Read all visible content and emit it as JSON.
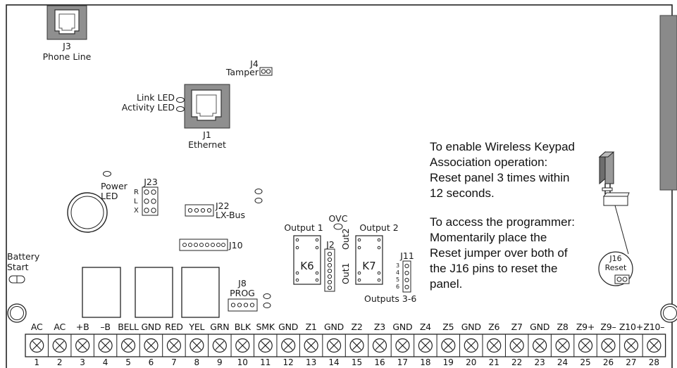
{
  "components": {
    "j3": {
      "id": "J3",
      "name": "Phone Line"
    },
    "j4": {
      "id": "J4",
      "name": "Tamper"
    },
    "j1": {
      "id": "J1",
      "name": "Ethernet"
    },
    "link_led": "Link LED",
    "activity_led": "Activity LED",
    "power_led": [
      "Power",
      "LED"
    ],
    "j23": {
      "id": "J23",
      "pins": [
        "R",
        "L",
        "X"
      ]
    },
    "j22": {
      "id": "J22",
      "name": "LX-Bus"
    },
    "j10": {
      "id": "J10"
    },
    "j8": {
      "id": "J8",
      "name": "PROG"
    },
    "battery_start": [
      "Battery",
      "Start"
    ],
    "output1": "Output 1",
    "output2": "Output 2",
    "ovc": "OVC",
    "j2": {
      "id": "J2",
      "out2": "Out2",
      "out1": "Out1"
    },
    "k6": "K6",
    "k7": "K7",
    "j11": {
      "id": "J11",
      "pins": [
        "3",
        "4",
        "5",
        "6"
      ],
      "name": "Outputs 3-6"
    },
    "j16": {
      "id": "J16",
      "name": "Reset"
    }
  },
  "instructions": {
    "wireless": [
      "To enable Wireless Keypad",
      "Association operation:",
      "Reset panel 3 times within",
      "12 seconds."
    ],
    "programmer": [
      "To access the programmer:",
      "Momentarily place the",
      "Reset jumper over both of",
      "the J16 pins to reset the",
      "panel."
    ]
  },
  "terminals": {
    "labels": [
      "AC",
      "AC",
      "+B",
      "–B",
      "BELL",
      "GND",
      "RED",
      "YEL",
      "GRN",
      "BLK",
      "SMK",
      "GND",
      "Z1",
      "GND",
      "Z2",
      "Z3",
      "GND",
      "Z4",
      "Z5",
      "GND",
      "Z6",
      "Z7",
      "GND",
      "Z8",
      "Z9+",
      "Z9–",
      "Z10+",
      "Z10–"
    ],
    "numbers": [
      "1",
      "2",
      "3",
      "4",
      "5",
      "6",
      "7",
      "8",
      "9",
      "10",
      "11",
      "12",
      "13",
      "14",
      "15",
      "16",
      "17",
      "18",
      "19",
      "20",
      "21",
      "22",
      "23",
      "24",
      "25",
      "26",
      "27",
      "28"
    ]
  }
}
